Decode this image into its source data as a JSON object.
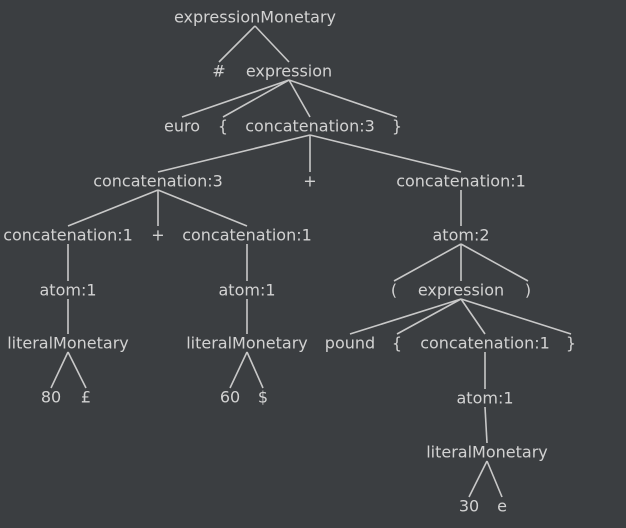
{
  "tree": {
    "label": "expressionMonetary",
    "children": [
      {
        "label": "#"
      },
      {
        "label": "expression",
        "children": [
          {
            "label": "euro"
          },
          {
            "label": "{"
          },
          {
            "label": "concatenation:3",
            "children": [
              {
                "label": "concatenation:3",
                "children": [
                  {
                    "label": "concatenation:1",
                    "children": [
                      {
                        "label": "atom:1",
                        "children": [
                          {
                            "label": "literalMonetary",
                            "children": [
                              {
                                "label": "80"
                              },
                              {
                                "label": "£"
                              }
                            ]
                          }
                        ]
                      }
                    ]
                  },
                  {
                    "label": "+"
                  },
                  {
                    "label": "concatenation:1",
                    "children": [
                      {
                        "label": "atom:1",
                        "children": [
                          {
                            "label": "literalMonetary",
                            "children": [
                              {
                                "label": "60"
                              },
                              {
                                "label": "$"
                              }
                            ]
                          }
                        ]
                      }
                    ]
                  }
                ]
              },
              {
                "label": "+"
              },
              {
                "label": "concatenation:1",
                "children": [
                  {
                    "label": "atom:2",
                    "children": [
                      {
                        "label": "("
                      },
                      {
                        "label": "expression",
                        "children": [
                          {
                            "label": "pound"
                          },
                          {
                            "label": "{"
                          },
                          {
                            "label": "concatenation:1",
                            "children": [
                              {
                                "label": "atom:1",
                                "children": [
                                  {
                                    "label": "literalMonetary",
                                    "children": [
                                      {
                                        "label": "30"
                                      },
                                      {
                                        "label": "e"
                                      }
                                    ]
                                  }
                                ]
                              }
                            ]
                          },
                          {
                            "label": "}"
                          }
                        ]
                      },
                      {
                        "label": ")"
                      }
                    ]
                  }
                ]
              }
            ]
          },
          {
            "label": "}"
          }
        ]
      }
    ]
  },
  "colors": {
    "background": "#3b3e41",
    "text": "#d2d2d2",
    "edge": "#c8c8c8"
  }
}
